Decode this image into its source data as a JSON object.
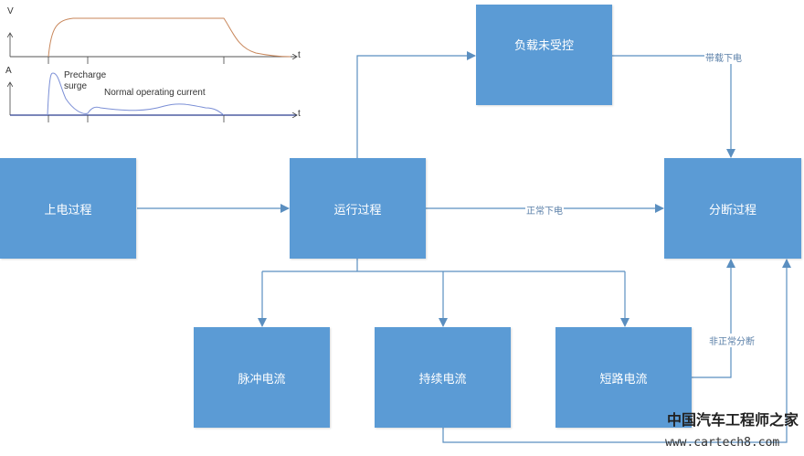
{
  "graph": {
    "voltage_axis": "V",
    "current_axis": "A",
    "time_axis": "t",
    "precharge_label_1": "Precharge",
    "precharge_label_2": "surge",
    "normal_label": "Normal operating current"
  },
  "nodes": {
    "power_on": "上电过程",
    "running": "运行过程",
    "load_uncontrolled": "负载未受控",
    "disconnect": "分断过程",
    "pulse_current": "脉冲电流",
    "continuous_current": "持续电流",
    "short_circuit_current": "短路电流"
  },
  "edges": {
    "load_power_off": "带载下电",
    "normal_power_off": "正常下电",
    "abnormal_disconnect": "非正常分断"
  },
  "watermark": {
    "name": "中国汽车工程师之家",
    "url": "www.cartech8.com"
  },
  "colors": {
    "box": "#5b9bd5",
    "line": "#5b8fc0"
  }
}
